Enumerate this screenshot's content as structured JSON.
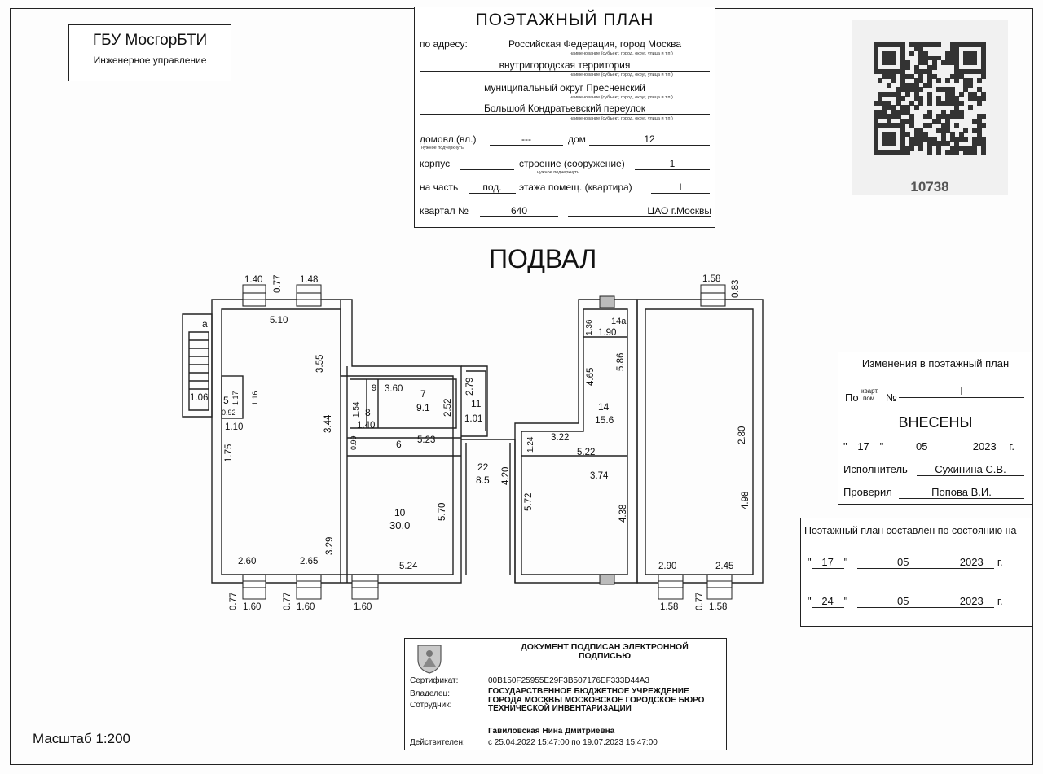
{
  "org": {
    "name": "ГБУ МосгорБТИ",
    "dept": "Инженерное управление"
  },
  "header": {
    "title": "ПОЭТАЖНЫЙ ПЛАН",
    "address_label": "по адресу:",
    "line1": "Российская Федерация, город Москва",
    "line2": "внутригородская территория",
    "line3": "муниципальный округ Пресненский",
    "line4": "Большой Кондратьевский переулок",
    "hint": "наименование (субъект, город, округ, улица и т.п.)",
    "domovl_label": "домовл.(вл.)",
    "domovl_value": "---",
    "dom_label": "дом",
    "dom_value": "12",
    "need_hint": "нужное подчеркнуть",
    "korpus_label": "корпус",
    "stroenie_label": "строение (сооружение)",
    "stroenie_value": "1",
    "part_label": "на часть",
    "part_value": "под.",
    "floor_label": "этажа помещ. (квартира)",
    "floor_value": "I",
    "kvartal_label": "квартал №",
    "kvartal_value": "640",
    "district": "ЦАО г.Москвы"
  },
  "qr": {
    "code": "10738"
  },
  "plan": {
    "floor_name": "ПОДВАЛ",
    "dims": [
      "1.40",
      "0.77",
      "1.48",
      "5.10",
      "3.55",
      "1.06",
      "1.17",
      "1.16",
      "0.92",
      "1.10",
      "1.75",
      "3.44",
      "3.29",
      "2.60",
      "2.65",
      "0.77",
      "1.60",
      "0.77",
      "1.60",
      "1.60",
      "3.60",
      "2.52",
      "1.54",
      "1.40",
      "0.99",
      "5.23",
      "2.79",
      "1.01",
      "4.20",
      "5.70",
      "5.24",
      "1.36",
      "1.90",
      "5.86",
      "4.65",
      "1.24",
      "3.22",
      "5.22",
      "3.74",
      "5.72",
      "4.38",
      "1.58",
      "0.83",
      "2.80",
      "4.98",
      "2.90",
      "2.45",
      "1.58",
      "0.77",
      "1.58"
    ],
    "rooms": [
      {
        "num": "а",
        "area": ""
      },
      {
        "num": "5",
        "area": ""
      },
      {
        "num": "7",
        "area": "9.1"
      },
      {
        "num": "8",
        "area": ""
      },
      {
        "num": "9",
        "area": ""
      },
      {
        "num": "6",
        "area": ""
      },
      {
        "num": "11",
        "area": ""
      },
      {
        "num": "10",
        "area": "30.0"
      },
      {
        "num": "22",
        "area": "8.5"
      },
      {
        "num": "14",
        "area": "15.6"
      },
      {
        "num": "14а",
        "area": ""
      }
    ]
  },
  "changes": {
    "title": "Изменения в поэтажный план",
    "po_label": "По",
    "po_small_top": "кварт.",
    "po_small_bottom": "пом.",
    "no_label": "№",
    "no_value": "I",
    "vneseny": "ВНЕСЕНЫ",
    "date_day": "17",
    "date_month": "05",
    "date_year": "2023",
    "g": "г.",
    "executor_label": "Исполнитель",
    "executor": "Сухинина С.В.",
    "checker_label": "Проверил",
    "checker": "Попова В.И."
  },
  "state": {
    "title": "Поэтажный план составлен по состоянию на",
    "d1_day": "17",
    "d1_month": "05",
    "d1_year": "2023",
    "d2_day": "24",
    "d2_month": "05",
    "d2_year": "2023",
    "g": "г."
  },
  "signature": {
    "title": "ДОКУМЕНТ ПОДПИСАН ЭЛЕКТРОННОЙ ПОДПИСЬЮ",
    "cert_label": "Сертификат:",
    "cert": "00B150F25955E29F3B507176EF333D44A3",
    "owner_label": "Владелец:",
    "owner": "ГОСУДАРСТВЕННОЕ БЮДЖЕТНОЕ УЧРЕЖДЕНИЕ ГОРОДА МОСКВЫ МОСКОВСКОЕ ГОРОДСКОЕ БЮРО ТЕХНИЧЕСКОЙ ИНВЕНТАРИЗАЦИИ",
    "employee_label": "Сотрудник:",
    "employee": "Гавиловская Нина Дмитриевна",
    "valid_label": "Действителен:",
    "valid": "с 25.04.2022 15:47:00 по 19.07.2023 15:47:00"
  },
  "scale": "Масштаб 1:200"
}
